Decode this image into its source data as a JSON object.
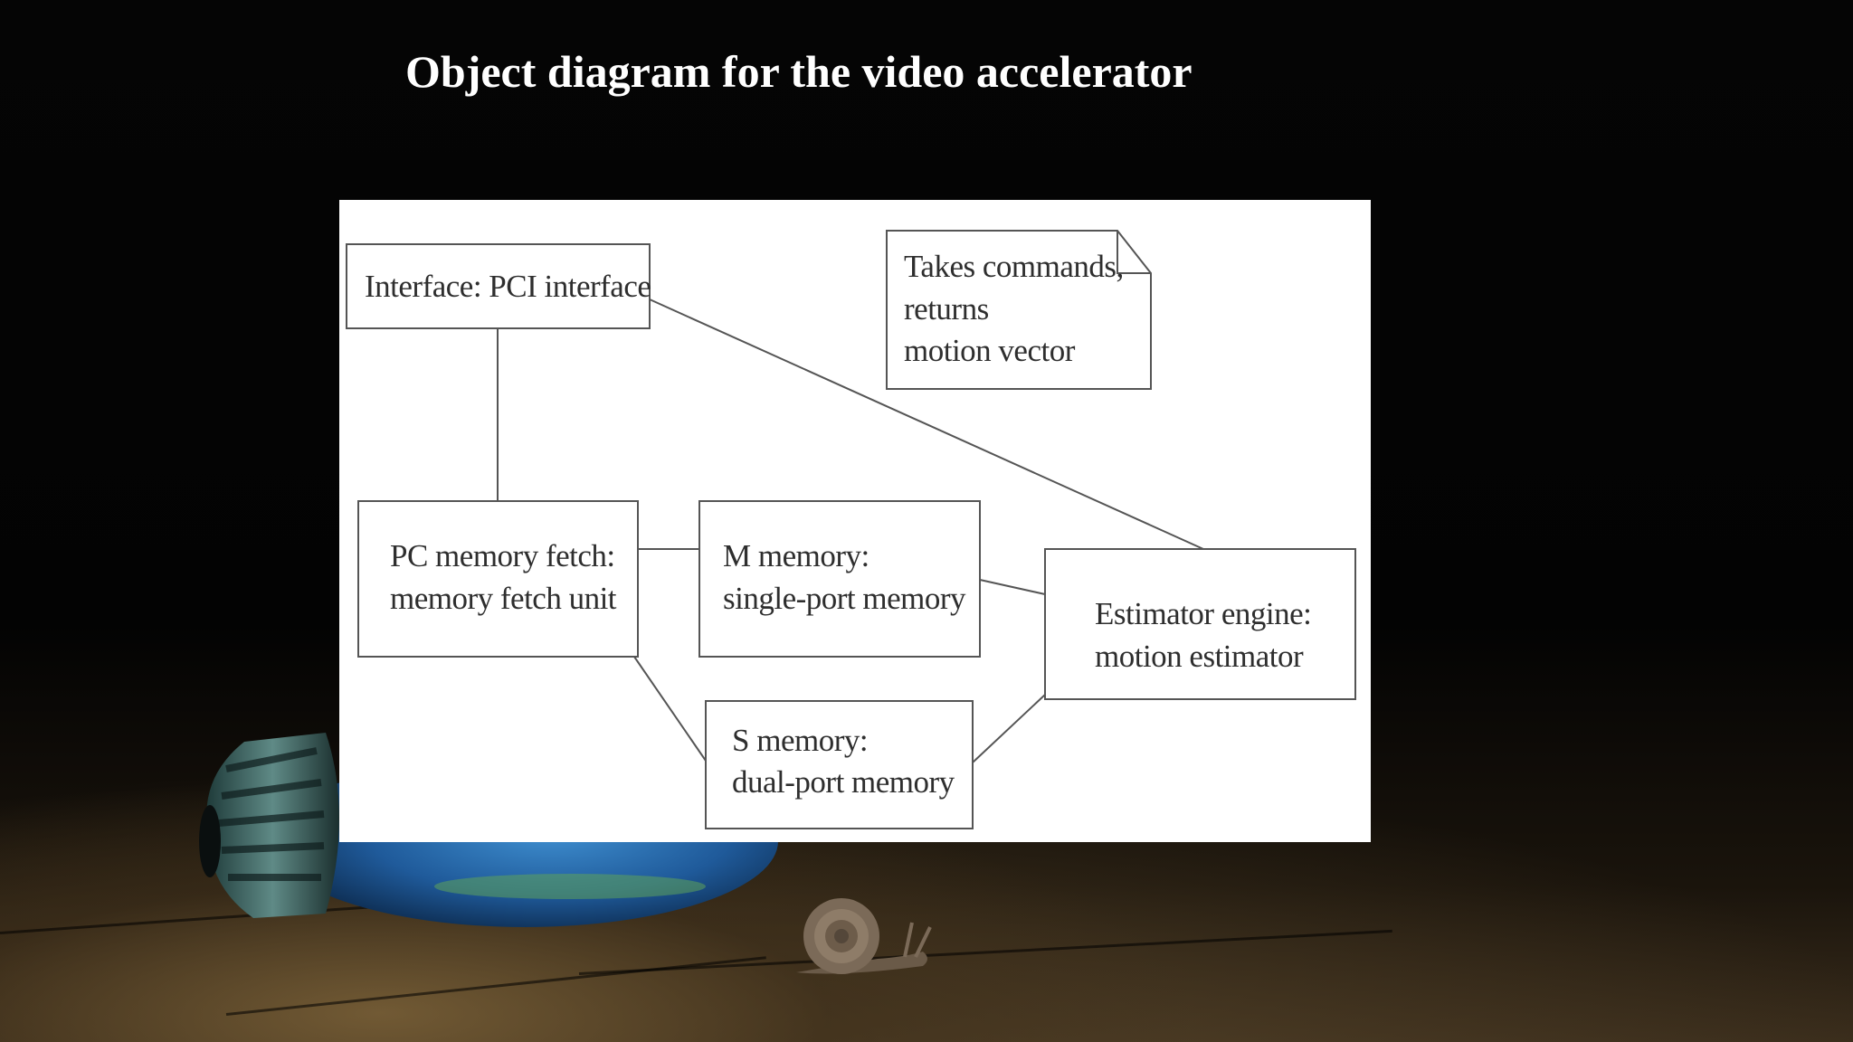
{
  "slide": {
    "title": "Object diagram for the video accelerator"
  },
  "diagram": {
    "nodes": {
      "pci_interface": {
        "label": "Interface: PCI interface"
      },
      "memory_fetch": {
        "line1": "PC memory fetch:",
        "line2": "memory fetch unit"
      },
      "m_memory": {
        "line1": "M memory:",
        "line2": "single-port memory"
      },
      "s_memory": {
        "line1": "S memory:",
        "line2": "dual-port memory"
      },
      "estimator": {
        "line1": "Estimator engine:",
        "line2": "motion estimator"
      }
    },
    "note": {
      "line1": "Takes commands,",
      "line2": "returns",
      "line3": "motion vector"
    }
  },
  "colors": {
    "background": "#000000",
    "title": "#ffffff",
    "panel": "#ffffff",
    "box_stroke": "#555555",
    "text": "#2e2e2e"
  }
}
